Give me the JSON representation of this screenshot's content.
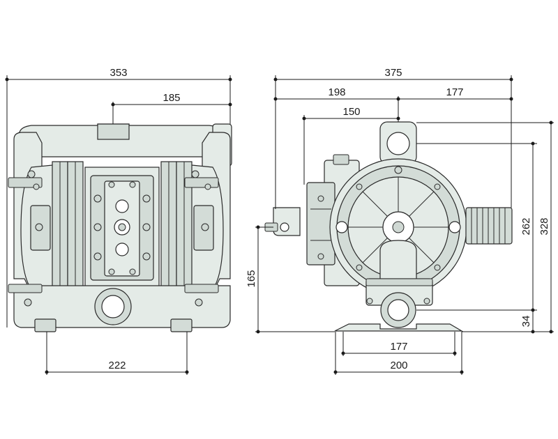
{
  "dimensions": {
    "front_overall_width": "353",
    "front_half_width": "185",
    "front_base_width": "222",
    "side_overall_width": "375",
    "side_left_offset": "198",
    "side_right_offset": "177",
    "side_center_offset": "150",
    "side_height_262": "262",
    "side_height_328": "328",
    "side_height_165": "165",
    "side_height_34": "34",
    "side_base_inner": "177",
    "side_base_outer": "200"
  },
  "colors": {
    "pump_body": "#e4ebe7",
    "pump_shade": "#d3dcd7",
    "outline": "#2a2a2a",
    "dimension_line": "#1a1a1a"
  }
}
